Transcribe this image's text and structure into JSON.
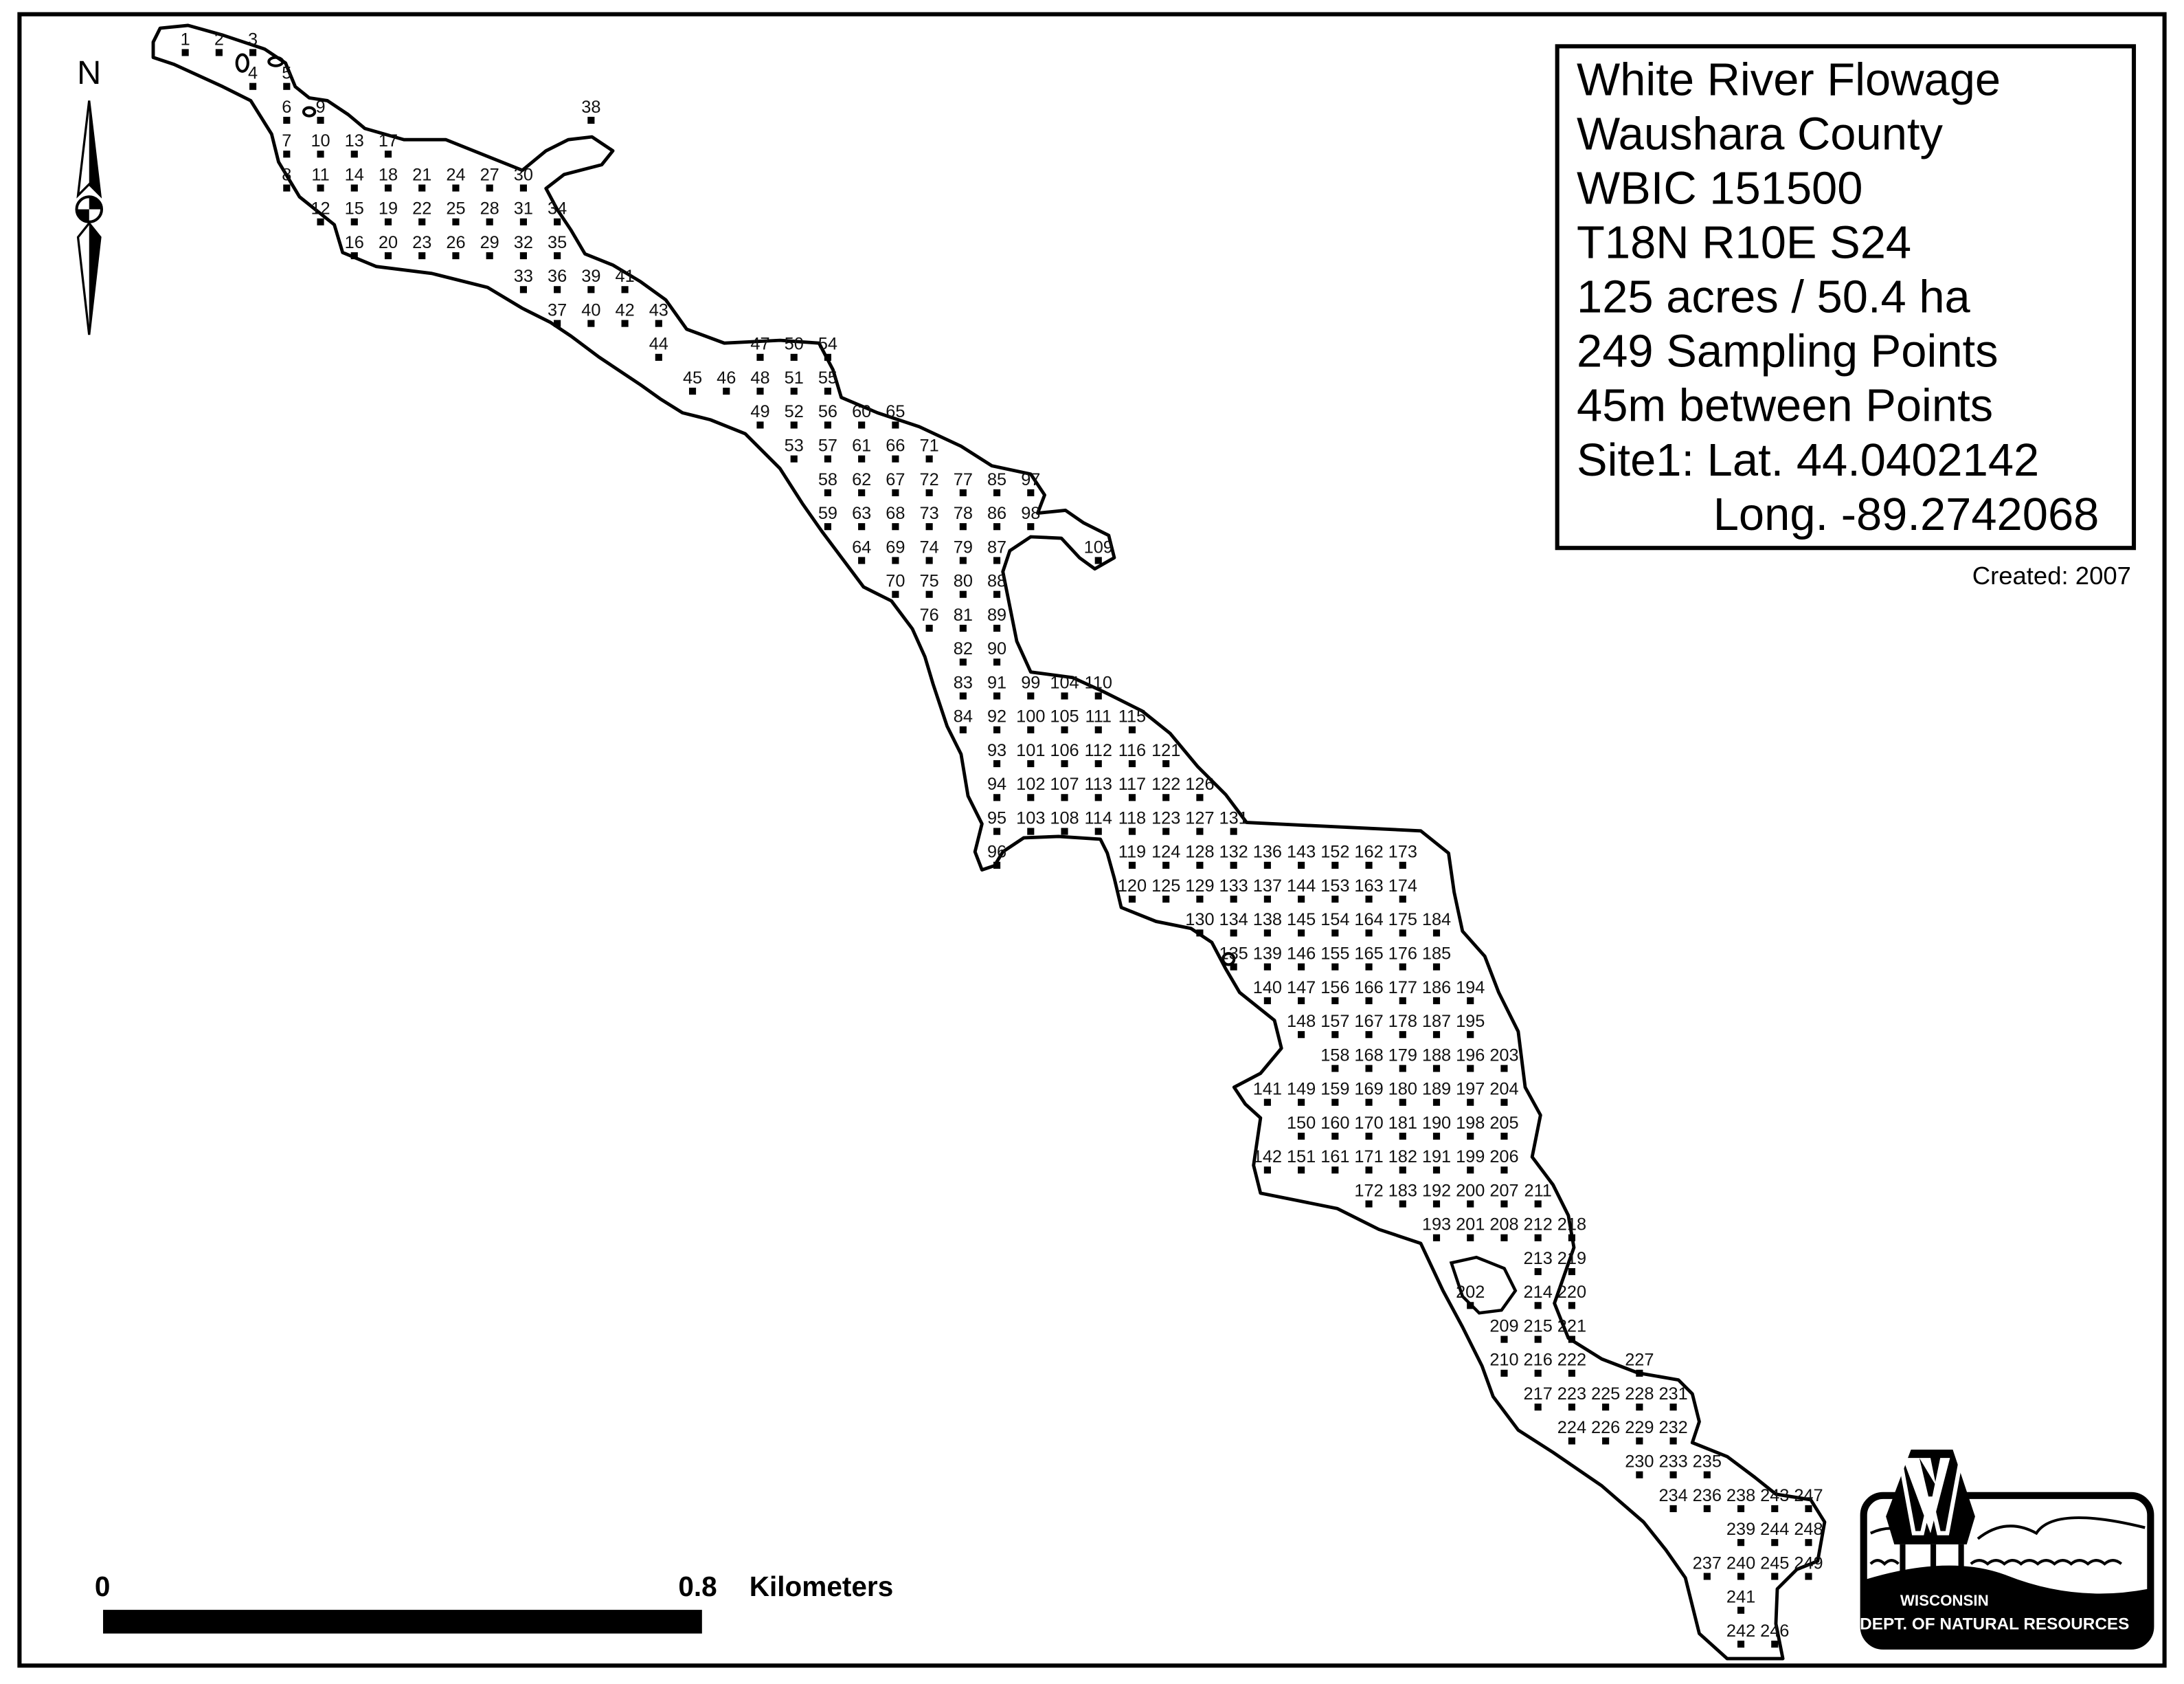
{
  "legend": {
    "lines": [
      "White River Flowage",
      "Waushara County",
      "WBIC 151500",
      "T18N R10E S24",
      "125 acres / 50.4 ha",
      "249 Sampling Points",
      "45m between Points",
      "Site1: Lat. 44.0402142"
    ],
    "long_line": "Long. -89.2742068"
  },
  "created": "Created: 2007",
  "north_arrow": {
    "label": "N"
  },
  "scale_bar": {
    "start": "0",
    "end": "0.8",
    "unit": "Kilometers"
  },
  "logo": {
    "line1": "WISCONSIN",
    "line2": "DEPT. OF NATURAL RESOURCES"
  },
  "colors": {
    "ink": "#000000",
    "paper": "#ffffff"
  },
  "sampling_points": {
    "count": 249,
    "labels": [
      1,
      2,
      3,
      4,
      5,
      6,
      7,
      8,
      9,
      10,
      11,
      12,
      13,
      14,
      15,
      16,
      17,
      18,
      19,
      20,
      21,
      22,
      23,
      24,
      25,
      26,
      27,
      28,
      29,
      30,
      31,
      32,
      33,
      34,
      35,
      36,
      37,
      38,
      39,
      40,
      41,
      42,
      43,
      44,
      45,
      46,
      47,
      48,
      49,
      50,
      51,
      52,
      53,
      54,
      55,
      56,
      57,
      58,
      59,
      60,
      61,
      62,
      63,
      64,
      65,
      66,
      67,
      68,
      69,
      70,
      71,
      72,
      73,
      74,
      75,
      76,
      77,
      78,
      79,
      80,
      81,
      82,
      83,
      84,
      85,
      86,
      87,
      88,
      89,
      90,
      91,
      92,
      93,
      94,
      95,
      96,
      97,
      98,
      99,
      100,
      101,
      102,
      103,
      104,
      105,
      106,
      107,
      108,
      109,
      110,
      111,
      112,
      113,
      114,
      115,
      116,
      117,
      118,
      119,
      120,
      121,
      122,
      123,
      124,
      125,
      126,
      127,
      128,
      129,
      130,
      131,
      132,
      133,
      134,
      135,
      136,
      137,
      138,
      139,
      140,
      141,
      142,
      143,
      144,
      145,
      146,
      147,
      148,
      149,
      150,
      151,
      152,
      153,
      154,
      155,
      156,
      157,
      158,
      159,
      160,
      161,
      162,
      163,
      164,
      165,
      166,
      167,
      168,
      169,
      170,
      171,
      172,
      173,
      174,
      175,
      176,
      177,
      178,
      179,
      180,
      181,
      182,
      183,
      184,
      185,
      186,
      187,
      188,
      189,
      190,
      191,
      192,
      193,
      194,
      195,
      196,
      197,
      198,
      199,
      200,
      201,
      202,
      203,
      204,
      205,
      206,
      207,
      208,
      209,
      210,
      211,
      212,
      213,
      214,
      215,
      216,
      217,
      218,
      219,
      220,
      221,
      222,
      223,
      224,
      225,
      226,
      227,
      228,
      229,
      230,
      231,
      232,
      233,
      234,
      235,
      236,
      237,
      238,
      239,
      240,
      241,
      242,
      243,
      244,
      245,
      246,
      247,
      248,
      249
    ]
  }
}
